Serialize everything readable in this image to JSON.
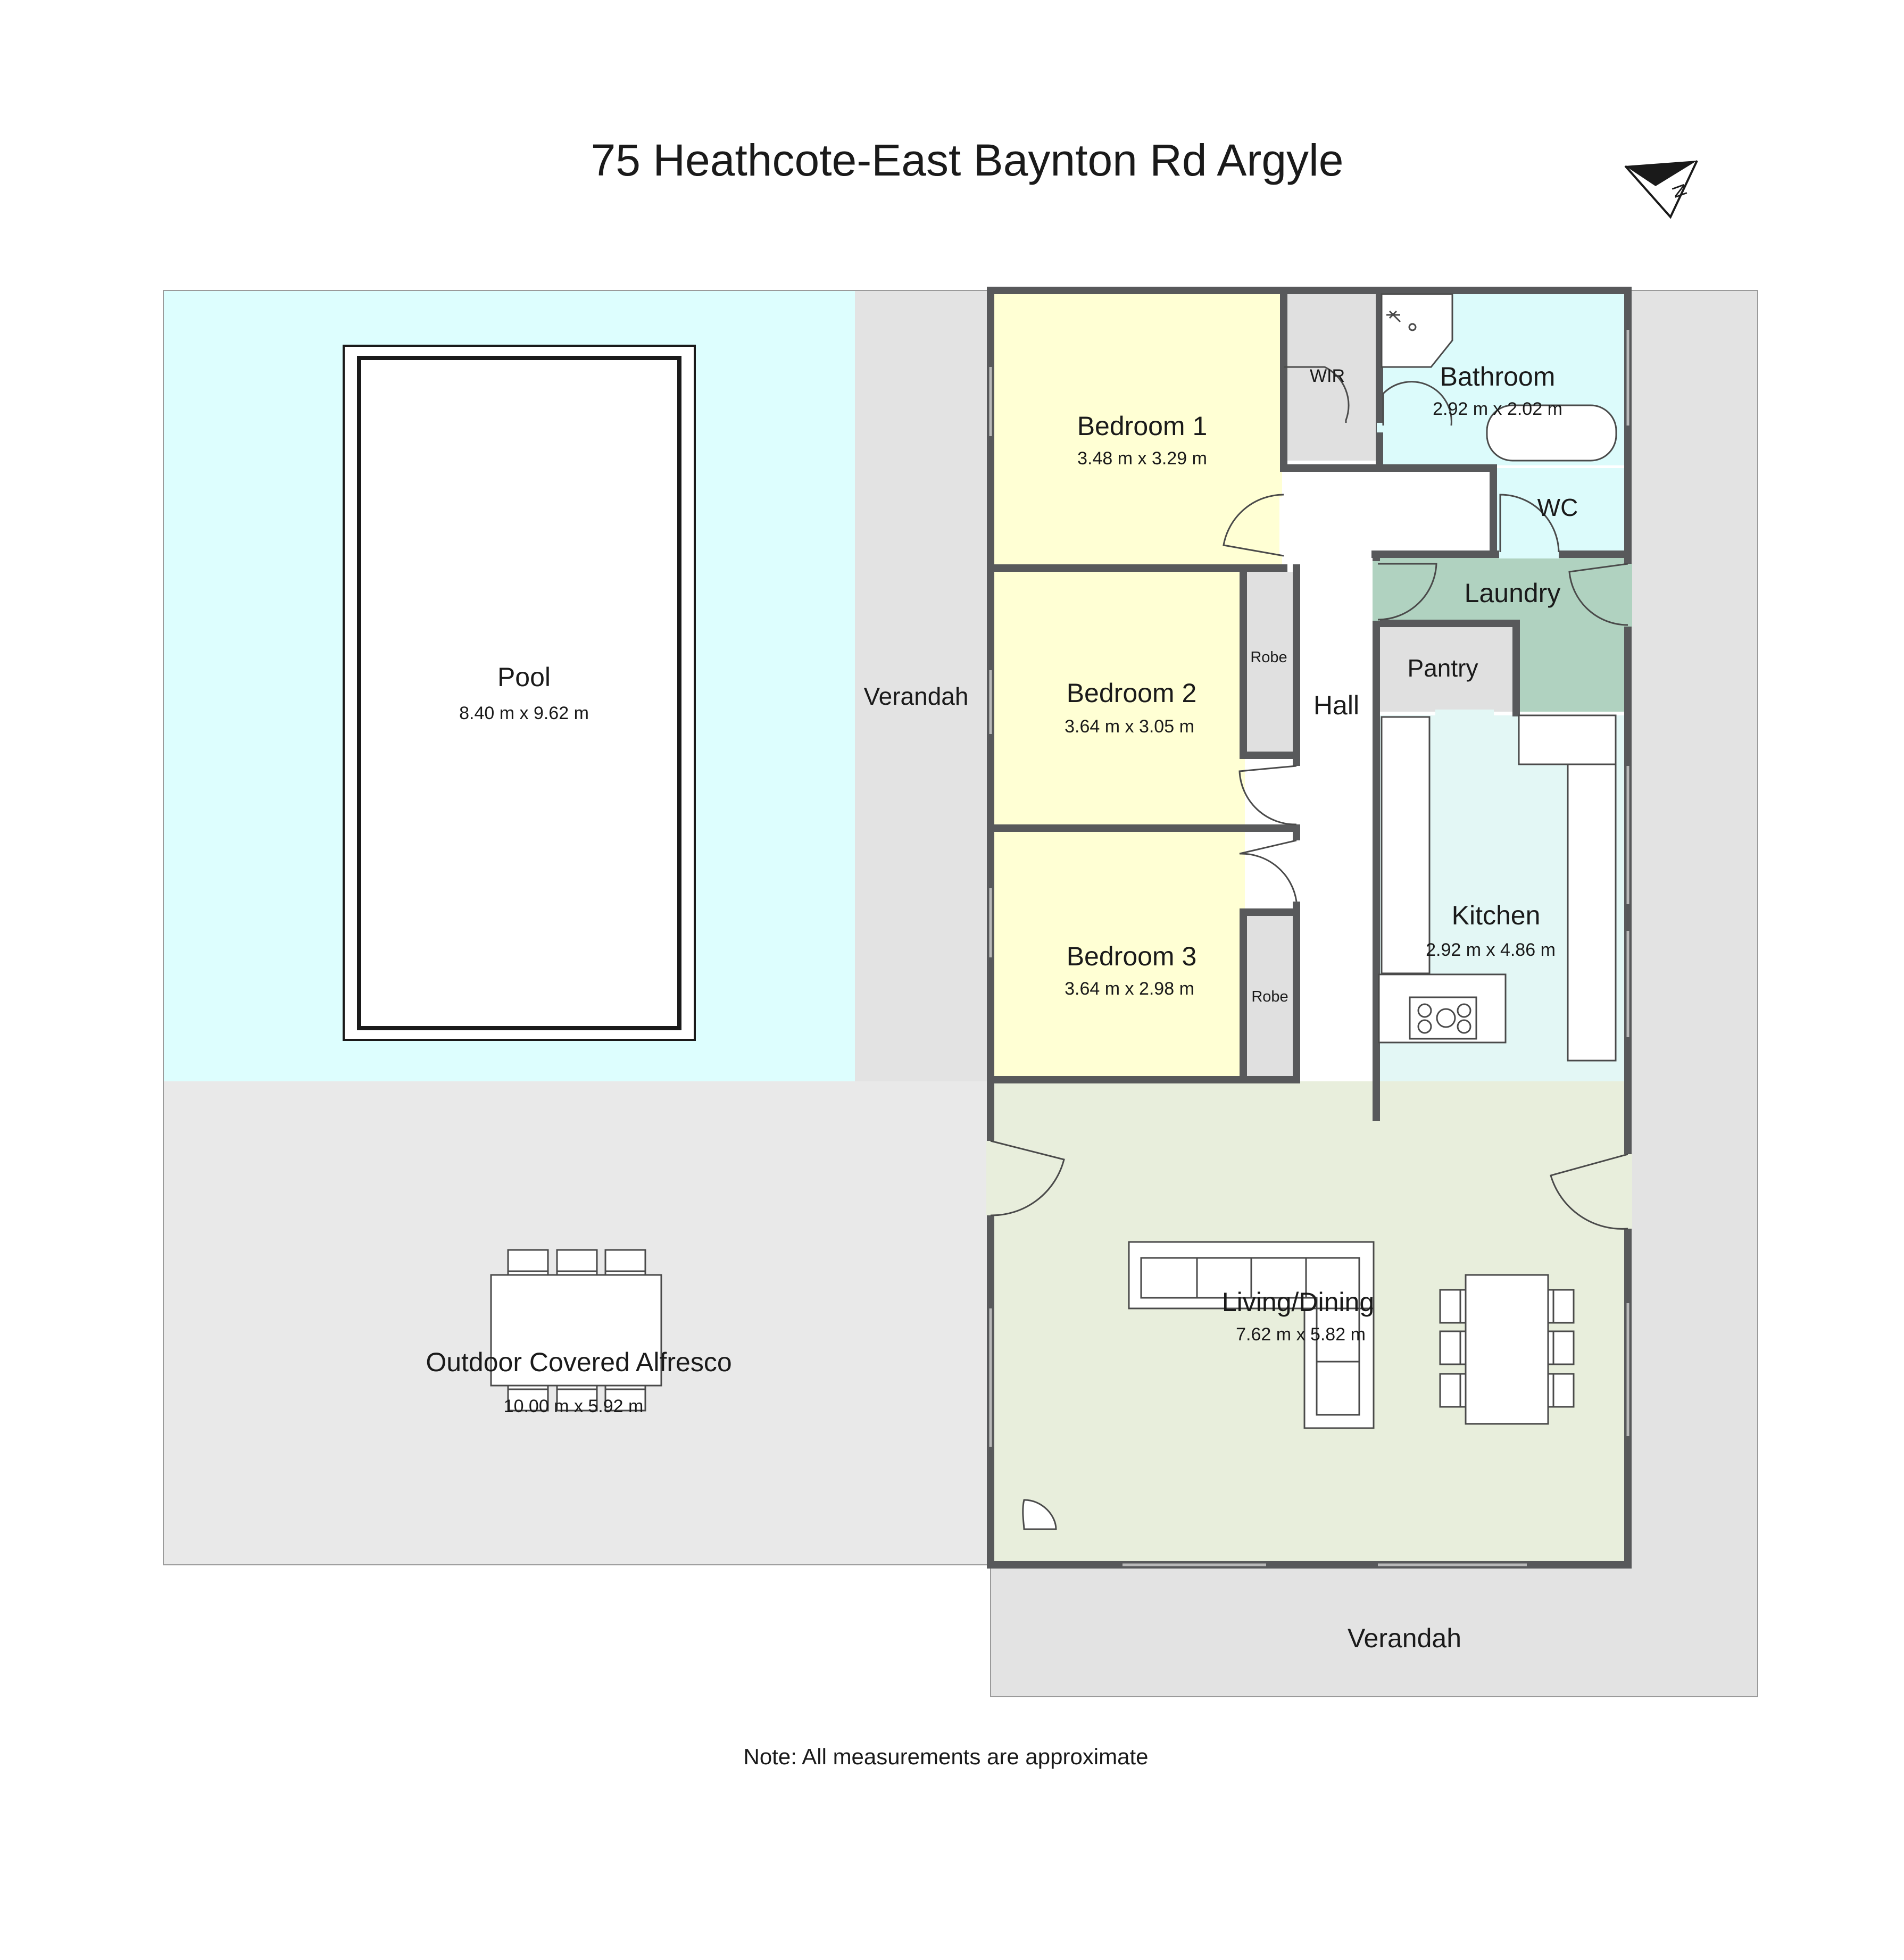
{
  "title": "75 Heathcote-East Baynton Rd Argyle",
  "compass": {
    "label": "N"
  },
  "rooms": {
    "pool": {
      "name": "Pool",
      "dims": "8.40 m x 9.62 m"
    },
    "verandah_side": {
      "name": "Verandah"
    },
    "verandah_front": {
      "name": "Verandah"
    },
    "alfresco": {
      "name": "Outdoor Covered Alfresco",
      "dims": "10.00 m x 5.92 m"
    },
    "bedroom1": {
      "name": "Bedroom 1",
      "dims": "3.48 m x 3.29 m"
    },
    "wir": {
      "name": "WIR"
    },
    "bathroom": {
      "name": "Bathroom",
      "dims": "2.92 m x 2.02 m"
    },
    "wc": {
      "name": "WC"
    },
    "laundry": {
      "name": "Laundry"
    },
    "pantry": {
      "name": "Pantry"
    },
    "hall": {
      "name": "Hall"
    },
    "bedroom2": {
      "name": "Bedroom 2",
      "dims": "3.64 m x 3.05 m"
    },
    "robe2": {
      "name": "Robe"
    },
    "bedroom3": {
      "name": "Bedroom 3",
      "dims": "3.64 m x 2.98 m"
    },
    "robe3": {
      "name": "Robe"
    },
    "kitchen": {
      "name": "Kitchen",
      "dims": "2.92 m x 4.86 m"
    },
    "living": {
      "name": "Living/Dining",
      "dims": "7.62 m x 5.82 m"
    }
  },
  "colors": {
    "bedroom": "#ffffd4",
    "wet_area": "#dcfbfb",
    "laundry": "#b0d2c0",
    "kitchen": "#e3f7f5",
    "living": "#e8eedc",
    "outdoor": "#e9e9e9",
    "verandah": "#e3e3e3",
    "pool_deck": "#ddfefe",
    "storage": "#e0e0e0",
    "wall": "#58595b"
  },
  "note": "Note: All measurements are approximate"
}
